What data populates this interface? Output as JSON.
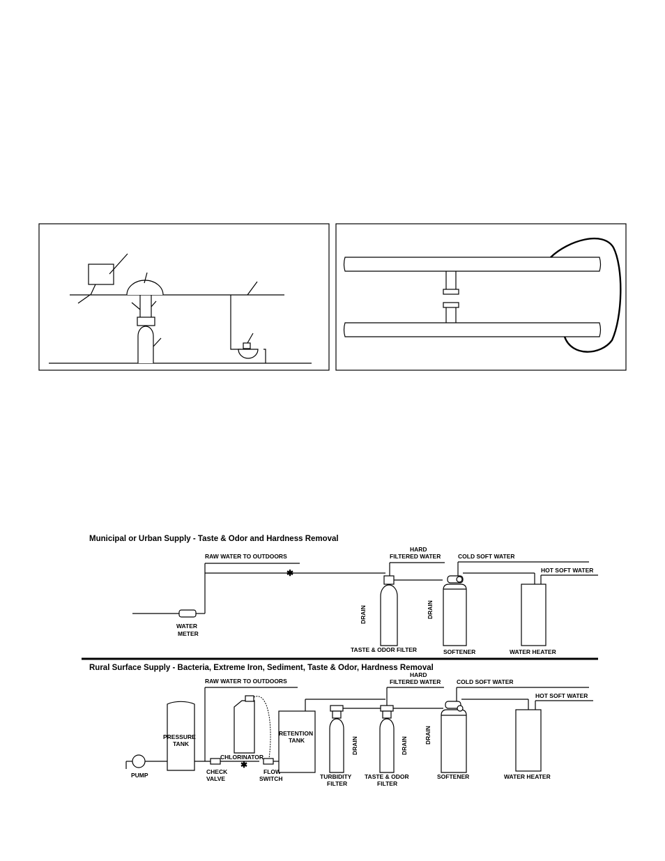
{
  "municipal": {
    "title": "Municipal or Urban Supply - Taste & Odor and Hardness Removal",
    "raw_water": "RAW WATER TO OUTDOORS",
    "hard_filtered_1": "HARD",
    "hard_filtered_2": "FILTERED WATER",
    "cold_soft": "COLD SOFT WATER",
    "hot_soft": "HOT SOFT WATER",
    "water_meter_1": "WATER",
    "water_meter_2": "METER",
    "drain_a": "DRAIN",
    "drain_b": "DRAIN",
    "taste_odor_filter": "TASTE & ODOR FILTER",
    "softener": "SOFTENER",
    "water_heater": "WATER HEATER"
  },
  "rural": {
    "title": "Rural Surface Supply - Bacteria, Extreme Iron, Sediment, Taste & Odor, Hardness Removal",
    "raw_water": "RAW WATER TO OUTDOORS",
    "hard_filtered_1": "HARD",
    "hard_filtered_2": "FILTERED WATER",
    "cold_soft": "COLD SOFT WATER",
    "hot_soft": "HOT SOFT WATER",
    "pressure_tank_1": "PRESSURE",
    "pressure_tank_2": "TANK",
    "pump": "PUMP",
    "check_valve_1": "CHECK",
    "check_valve_2": "VALVE",
    "chlorinator": "CHLORINATOR",
    "flow_switch_1": "FLOW",
    "flow_switch_2": "SWITCH",
    "retention_tank_1": "RETENTION",
    "retention_tank_2": "TANK",
    "drain_a": "DRAIN",
    "drain_b": "DRAIN",
    "drain_c": "DRAIN",
    "turbidity_filter_1": "TURBIDITY",
    "turbidity_filter_2": "FILTER",
    "taste_odor_filter_1": "TASTE & ODOR",
    "taste_odor_filter_2": "FILTER",
    "softener": "SOFTENER",
    "water_heater": "WATER HEATER"
  }
}
